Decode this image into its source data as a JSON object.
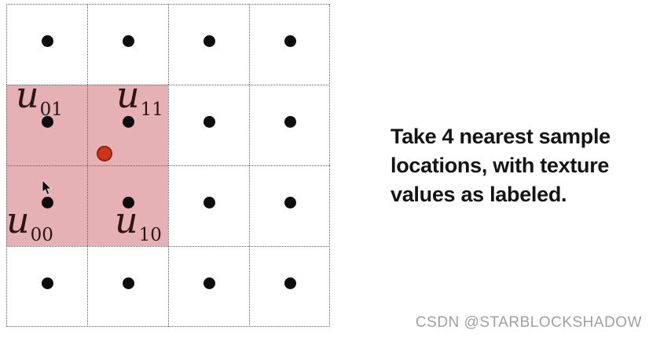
{
  "diagram": {
    "grid": {
      "rows": 4,
      "cols": 4
    },
    "highlight_color": "#e5b1b4",
    "grid_line_color": "#5f5f5f",
    "texel_dot_color": "#0d0d0d",
    "sample_point_color": "#cf3318",
    "sample_point_border_color": "#8c2413",
    "label_color": "#2b1517",
    "labels": [
      {
        "id": "u01",
        "base": "u",
        "sub": "01"
      },
      {
        "id": "u11",
        "base": "u",
        "sub": "11"
      },
      {
        "id": "u00",
        "base": "u",
        "sub": "00"
      },
      {
        "id": "u10",
        "base": "u",
        "sub": "10"
      }
    ]
  },
  "caption": {
    "lines": [
      "Take 4 nearest sample",
      "locations, with texture",
      "values as labeled."
    ]
  },
  "watermark": {
    "text": "CSDN @STARBLOCKSHADOW"
  }
}
